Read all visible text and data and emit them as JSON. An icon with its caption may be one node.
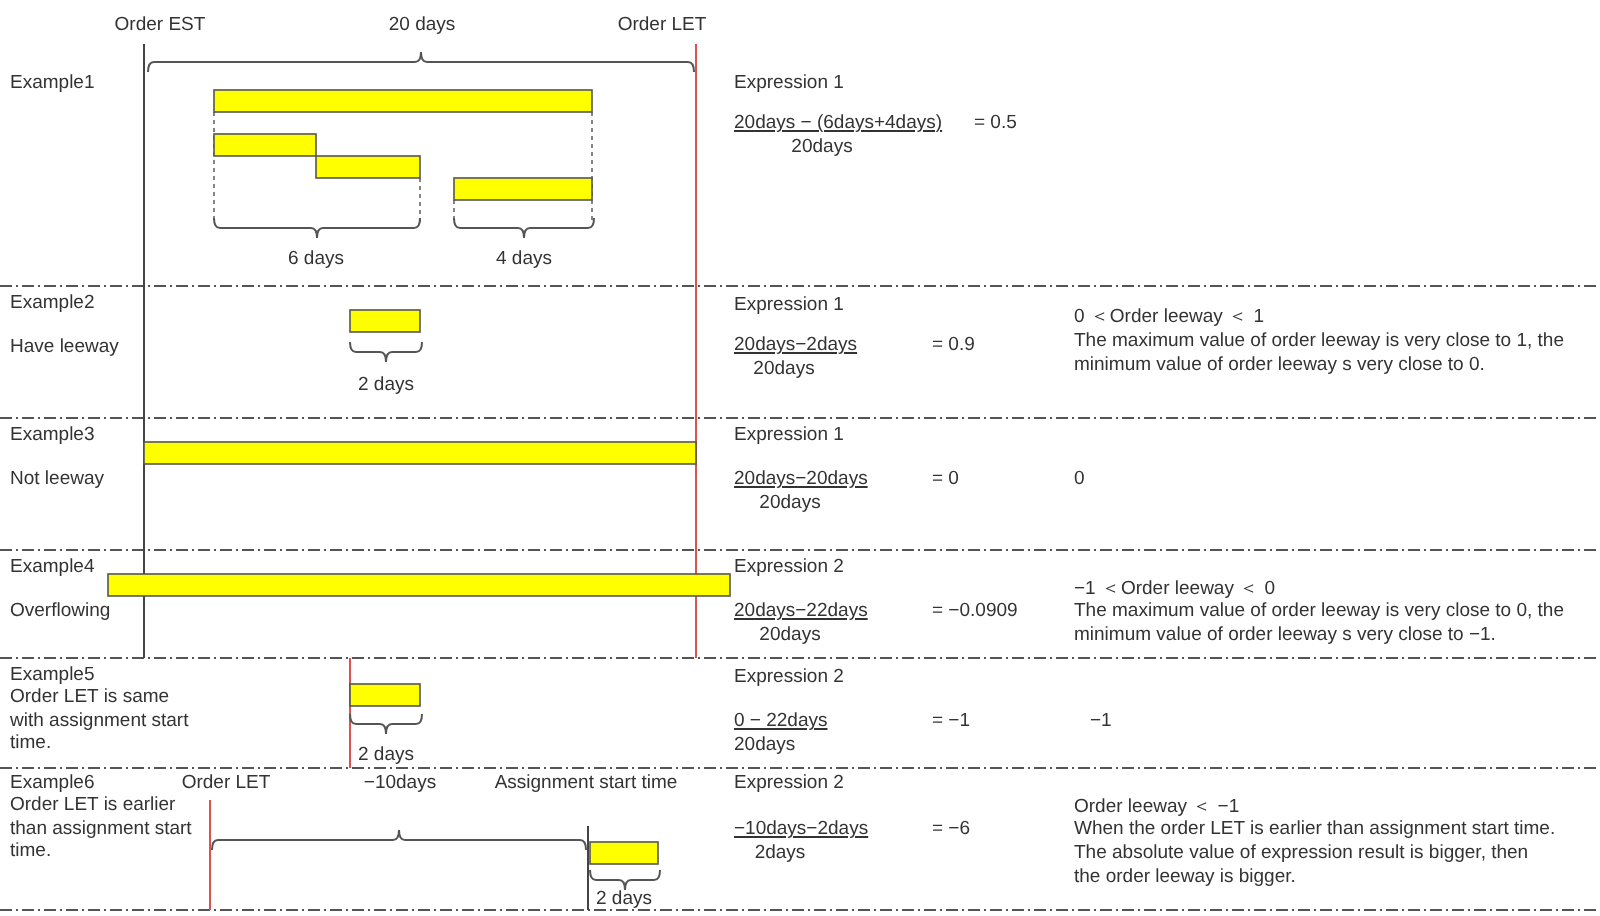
{
  "diagram": {
    "labels": [
      "Order EST",
      "20 days",
      "Order LET",
      "Example1",
      "Expression 1",
      "20days − (6days+4days)",
      "= 0.5",
      "20days",
      "6 days",
      "4 days",
      "Example2",
      "Expression 1",
      "0 ＜Order leeway ＜ 1",
      "Have leeway",
      "20days−2days",
      "= 0.9",
      "The maximum value of order leeway is very close to 1, the minimum value of order leeway s very close to 0.",
      "20days",
      "2 days",
      "Example3",
      "Expression 1",
      "Not leeway",
      "20days−20days",
      "= 0",
      "0",
      "20days",
      "Example4",
      "Expression 2",
      "−1 ＜Order leeway ＜ 0",
      "Overflowing",
      "20days−22days",
      "= −0.0909",
      "The maximum value of order leeway is very close to 0, the minimum value of order leeway s very close to −1.",
      "20days",
      "Example5",
      "Expression 2",
      "Order LET is same with assignment start time.",
      "0 − 22days",
      "= −1",
      "−1",
      "20days",
      "2 days",
      "Example6",
      "Order LET",
      "−10days",
      "Assignment start time",
      "Expression 2",
      "Order LET is earlier than assignment start time.",
      "Order leeway ＜ −1",
      "−10days−2days",
      "= −6",
      "When the order LET is earlier than assignment start time.",
      "The absolute value of expression result is bigger, then the order leeway is bigger.",
      "2days",
      "2 days"
    ]
  }
}
